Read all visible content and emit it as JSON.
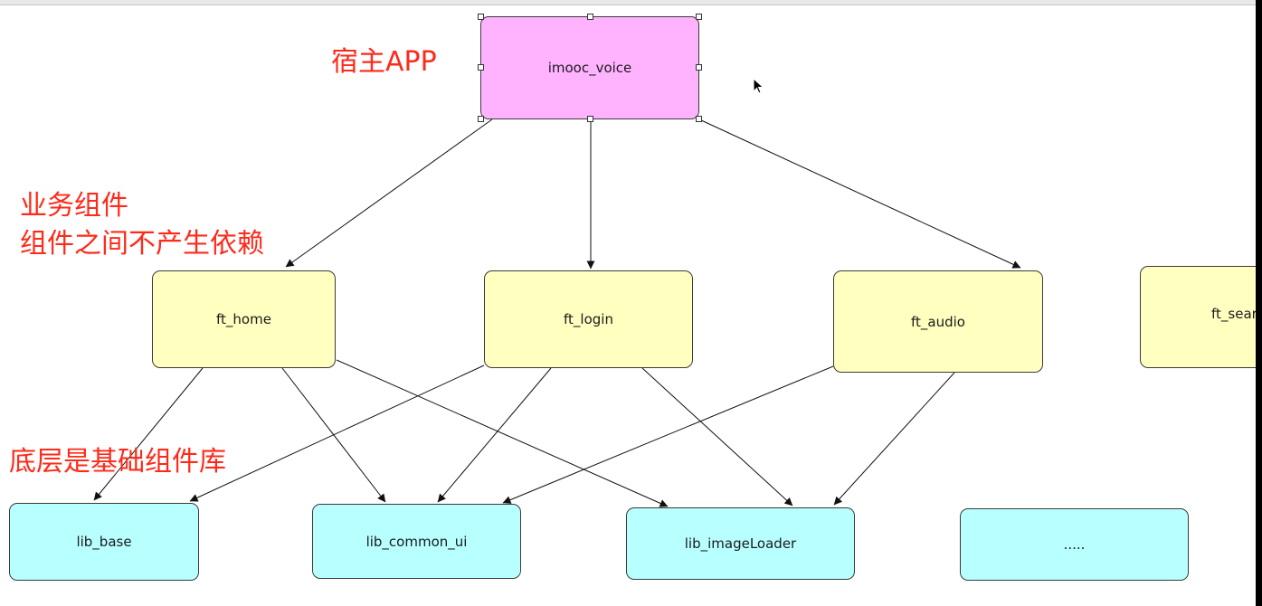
{
  "diagram": {
    "host_node": {
      "label": "imooc_voice"
    },
    "feature_nodes": [
      {
        "label": "ft_home"
      },
      {
        "label": "ft_login"
      },
      {
        "label": "ft_audio"
      },
      {
        "label": "ft_sear"
      }
    ],
    "library_nodes": [
      {
        "label": "lib_base"
      },
      {
        "label": "lib_common_ui"
      },
      {
        "label": "lib_imageLoader"
      },
      {
        "label": "....."
      }
    ],
    "annotations": {
      "host_app": "宿主APP",
      "business_line1": "业务组件",
      "business_line2": "组件之间不产生依赖",
      "base_libs": "底层是基础组件库"
    },
    "colors": {
      "host_fill": "#ffb3ff",
      "feature_fill": "#ffffc0",
      "library_fill": "#b8ffff",
      "annotation_text": "#ff2a1a"
    },
    "edges": [
      {
        "from": "imooc_voice",
        "to": "ft_home"
      },
      {
        "from": "imooc_voice",
        "to": "ft_login"
      },
      {
        "from": "imooc_voice",
        "to": "ft_audio"
      },
      {
        "from": "ft_home",
        "to": "lib_base"
      },
      {
        "from": "ft_home",
        "to": "lib_common_ui"
      },
      {
        "from": "ft_home",
        "to": "lib_imageLoader"
      },
      {
        "from": "ft_login",
        "to": "lib_base"
      },
      {
        "from": "ft_login",
        "to": "lib_common_ui"
      },
      {
        "from": "ft_login",
        "to": "lib_imageLoader"
      },
      {
        "from": "ft_audio",
        "to": "lib_common_ui"
      },
      {
        "from": "ft_audio",
        "to": "lib_imageLoader"
      }
    ]
  }
}
